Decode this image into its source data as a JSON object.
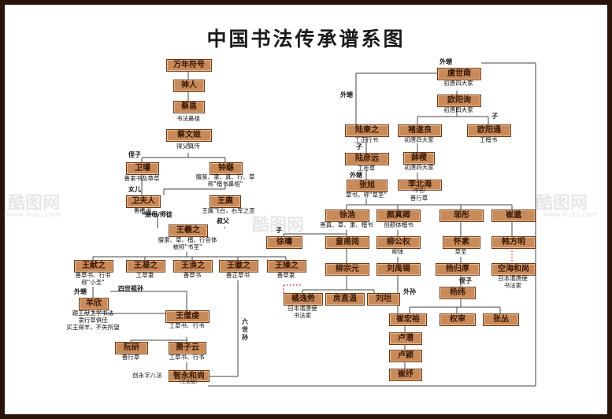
{
  "title": "中国书法传承谱系图",
  "watermarks": [
    "酷图网",
    "www.ikutu.com"
  ],
  "nodes": {
    "wannian": "万年符号",
    "shenren": "神人",
    "caiyong": "蔡邕",
    "caiwenji": "蔡文姬",
    "weishuo": "卫瓘",
    "zhongyao": "钟繇",
    "weifuren": "卫夫人",
    "wangyi": "王廙",
    "wangxizhi": "王羲之",
    "wangxianzhi": "王献之",
    "wangningzhi": "王凝之",
    "wanghuanzhi": "王涣之",
    "wanghuizhi": "王徽之",
    "wangcaozhi": "王操之",
    "yangxin": "羊欣",
    "wangsengqian": "王僧虔",
    "ruanyan": "阮研",
    "xiaoziyun": "萧子云",
    "zhiyong": "智永和尚",
    "yushinan": "虞世南",
    "ouyangxun": "欧阳询",
    "lujianzhi": "陆柬之",
    "chusuiliang": "褚遂良",
    "ouyangtong": "欧阳通",
    "luyanyuan": "陆彦远",
    "xueji": "薛稷",
    "zhangxu": "张旭",
    "libeihai": "李北海",
    "xuhao": "徐浩",
    "yanzhenqing": "颜真卿",
    "wutong": "邬彤",
    "cuimiao": "崔邈",
    "xushou": "徐璹",
    "huangfuyue": "皇甫阅",
    "liugongquan": "柳公权",
    "huaisu": "怀素",
    "hanfangming": "韩方明",
    "liuzongyuan": "柳宗元",
    "liuyuxi": "刘禹锡",
    "yangguihou": "杨归厚",
    "konghai": "空海和尚",
    "juyishi": "橘逸势",
    "fangzhiwen": "房直温",
    "liuchan": "刘坦",
    "yangwei": "杨纬",
    "cuihongyu": "崔宏裕",
    "quanshen": "权审",
    "zhangcong": "张丛",
    "luqian": "卢潜",
    "luying": "卢颖",
    "cuiyu": "崔纾"
  },
  "subs": {
    "zhiyong": "（王法极）",
    "libeihai": "（李邕）"
  },
  "notes": {
    "caiyong": "书法鼻祖",
    "caiwenji": "得父真传",
    "weishuo": "善隶书及章草",
    "zhongyao1": "擅篆、隶、真、行、草",
    "zhongyao2": "称\"楷书鼻祖\"",
    "weifuren": "善楷书",
    "wangyi": "王廙飞白，右军之亚",
    "wangxizhi1": "擅隶、草、楷、行各体",
    "wangxizhi2": "被称\"书圣\"",
    "wangxianzhi1": "善草书、行书",
    "wangxianzhi2": "称\"小圣\"",
    "wangningzhi": "工草隶",
    "wanghuanzhi": "善草书",
    "wanghuizhi": "善正草书",
    "wangcaozhi": "善草隶",
    "yangxin1": "跟王献之学书法",
    "yangxin2": "隶行草俱佳",
    "yangxin3": "买王得羊，不失所望",
    "wangsengqian": "工草书、行书",
    "ruanyan": "善行草",
    "xiaoziyun": "工草书、行书",
    "zhiyong": "创永字八法",
    "yushinan": "初唐四大家",
    "ouyangxun": "初唐四大家",
    "lujianzhi": "工正行书",
    "chusuiliang": "初唐四大家",
    "ouyangtong": "工楷书",
    "luyanyuan": "工行草",
    "xueji": "初唐四大家",
    "zhangxu": "草书，称\"草圣\"",
    "libeihai": "善行草",
    "xuhao": "善真、草、隶、楷书",
    "yanzhenqing": "创颜体楷书",
    "liugongquan": "柳体",
    "huaisu": "草圣",
    "konghai1": "日本遣唐使",
    "konghai2": "书法家",
    "juyishi1": "日本遣唐使",
    "juyishi2": "书法家"
  },
  "tags": {
    "zhizi": "侄子",
    "nver": "女儿",
    "sheng_shitu": "甥母/师徒",
    "zuzhi": "叔父",
    "waisheng1": "外甥",
    "waisheng2": "外甥",
    "waisheng3": "外甥",
    "waisheng4": "外甥",
    "zi1": "子",
    "zi2": "子",
    "zi3": "子",
    "sishizusun": "四世祖孙",
    "liushisun": "六世孙",
    "waisun": "外孙",
    "zhizi2": "侄子"
  },
  "colors": {
    "node_fill": "#c98a5a",
    "node_border": "#6b3a1a",
    "line": "#444444",
    "dotted_red": "#cc2222",
    "frame": "#2a1208"
  }
}
